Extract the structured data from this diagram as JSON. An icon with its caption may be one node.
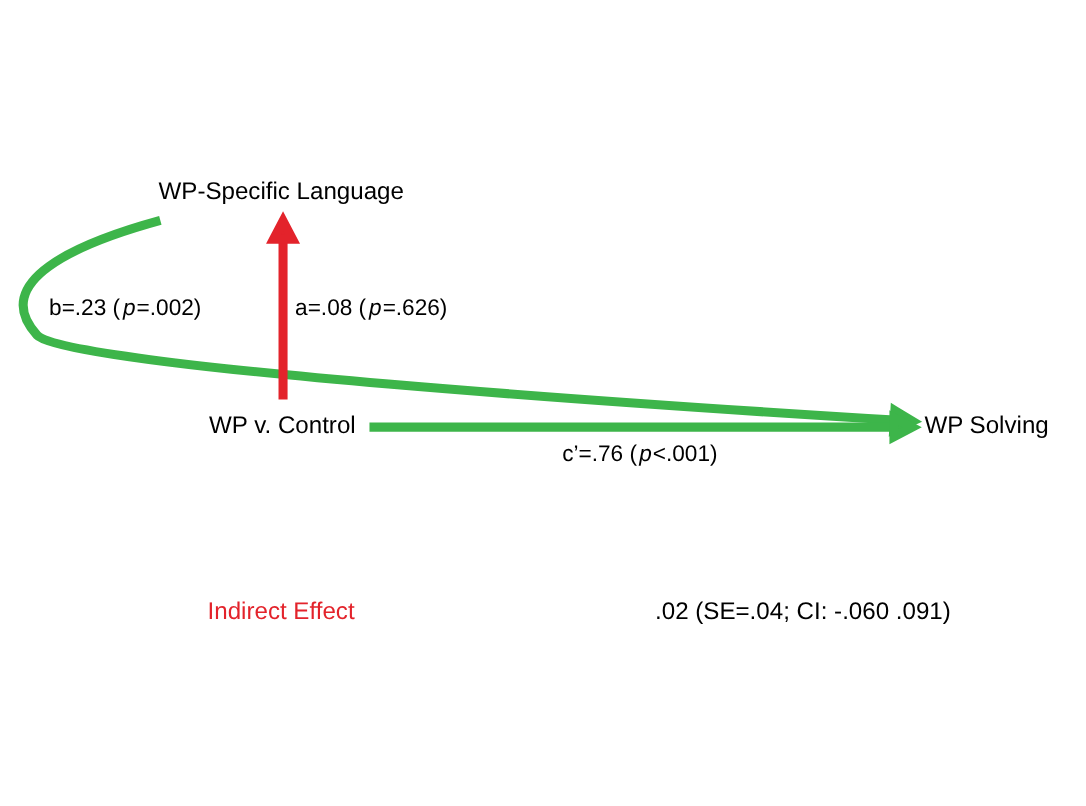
{
  "diagram": {
    "nodes": [
      {
        "text": [
          "WP-Specific Language"
        ]
      },
      {
        "text": [
          "WP v. Control"
        ]
      },
      {
        "text": [
          "WP Solving"
        ]
      }
    ],
    "edges": [
      {
        "from": 1,
        "to": 0,
        "arrow": "to",
        "label": "a=.08 (*p*=.626)",
        "color": "#e3232b"
      },
      {
        "from": 0,
        "to": 2,
        "arrow": "to",
        "label": "b=.23 (*p*=.002)"
      },
      {
        "from": 1,
        "to": 2,
        "arrow": "to",
        "label": "c’=.76 (*p*<.001)"
      }
    ],
    "labels": [
      "Indirect Effect",
      ".02 (SE=.04; CI: -.060 .091)"
    ]
  }
}
